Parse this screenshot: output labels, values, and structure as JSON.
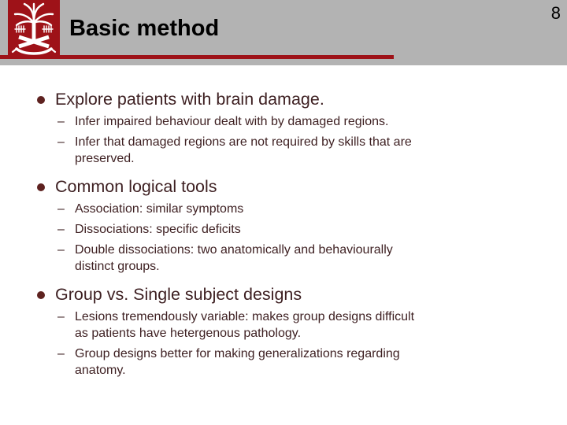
{
  "slide": {
    "page_number": "8",
    "title": "Basic method",
    "colors": {
      "header_bg": "#b3b3b3",
      "garnet": "#9e1218",
      "body_text": "#3d1f21",
      "bullet_dot": "#5e2220"
    },
    "logo": {
      "icon": "palmetto-crest-icon"
    },
    "bullet_glyph": "•",
    "sub_bullet_glyph": "–",
    "sections": [
      {
        "bullet": "Explore patients with brain damage.",
        "sub_items": [
          {
            "lines": [
              "Infer impaired behaviour dealt with by damaged regions."
            ]
          },
          {
            "lines": [
              "Infer that damaged regions are not required by skills that are",
              "preserved."
            ]
          }
        ]
      },
      {
        "bullet": "Common logical tools",
        "sub_items": [
          {
            "lines": [
              "Association: similar symptoms"
            ]
          },
          {
            "lines": [
              "Dissociations: specific deficits"
            ]
          },
          {
            "lines": [
              "Double dissociations: two anatomically and behaviourally",
              "distinct groups."
            ]
          }
        ]
      },
      {
        "bullet": "Group vs. Single subject designs",
        "sub_items": [
          {
            "lines": [
              "Lesions tremendously variable: makes group designs difficult",
              "as patients have hetergenous pathology."
            ]
          },
          {
            "lines": [
              "Group designs better for making generalizations regarding",
              "anatomy."
            ]
          }
        ]
      }
    ]
  }
}
